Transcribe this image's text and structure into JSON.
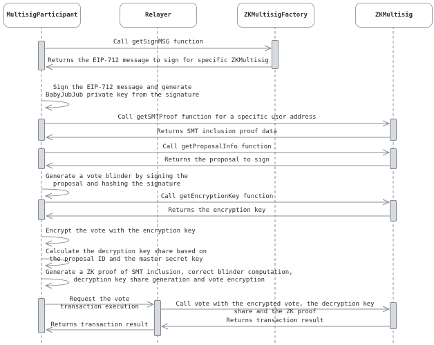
{
  "actors": [
    {
      "label": "MultisigParticipant"
    },
    {
      "label": "Relayer"
    },
    {
      "label": "ZKMultisigFactory"
    },
    {
      "label": "ZKMultisig"
    }
  ],
  "messages": [
    {
      "from": "MultisigParticipant",
      "to": "ZKMultisigFactory",
      "lines": [
        "Call getSignMSG function"
      ]
    },
    {
      "from": "ZKMultisigFactory",
      "to": "MultisigParticipant",
      "lines": [
        "Returns the EIP-712 message to sign for specific ZKMultisig"
      ]
    },
    {
      "from": "MultisigParticipant",
      "to": "ZKMultisig",
      "lines": [
        "Call getSMTProof function for a specific user address"
      ]
    },
    {
      "from": "ZKMultisig",
      "to": "MultisigParticipant",
      "lines": [
        "Returns SMT inclusion proof data"
      ]
    },
    {
      "from": "MultisigParticipant",
      "to": "ZKMultisig",
      "lines": [
        "Call getProposalInfo function"
      ]
    },
    {
      "from": "ZKMultisig",
      "to": "MultisigParticipant",
      "lines": [
        "Returns the proposal to sign"
      ]
    },
    {
      "from": "MultisigParticipant",
      "to": "ZKMultisig",
      "lines": [
        "Call getEncryptionKey function"
      ]
    },
    {
      "from": "ZKMultisig",
      "to": "MultisigParticipant",
      "lines": [
        "Returns the encryption key"
      ]
    },
    {
      "from": "MultisigParticipant",
      "to": "Relayer",
      "lines": [
        "Request the vote",
        "transaction execution"
      ]
    },
    {
      "from": "Relayer",
      "to": "ZKMultisig",
      "lines": [
        "Call vote with the encrypted vote, the decryption key",
        "share and the ZK proof"
      ]
    },
    {
      "from": "ZKMultisig",
      "to": "Relayer",
      "lines": [
        "Returns transaction result"
      ]
    },
    {
      "from": "Relayer",
      "to": "MultisigParticipant",
      "lines": [
        "Returns transaction result"
      ]
    }
  ],
  "self_messages": [
    {
      "actor": "MultisigParticipant",
      "lines": [
        "Sign the EIP-712 message and generate",
        "BabyJubJub private key from the signature"
      ]
    },
    {
      "actor": "MultisigParticipant",
      "lines": [
        "Generate a vote blinder by signing the",
        "proposal and hashing the signature"
      ]
    },
    {
      "actor": "MultisigParticipant",
      "lines": [
        "Encrypt the vote with the encryption key"
      ]
    },
    {
      "actor": "MultisigParticipant",
      "lines": [
        "Calculate the decryption key share based on",
        "the proposal ID and the master secret key"
      ]
    },
    {
      "actor": "MultisigParticipant",
      "lines": [
        "Generate a ZK proof of SMT inclusion, correct blinder computation,",
        "decryption key share generation and vote encryption"
      ]
    }
  ],
  "colors": {
    "line": "#898f96",
    "text": "#2a2e33",
    "activation_fill": "#d7dbe0",
    "activation_border": "#85898f",
    "actor_border": "#9aa0a6",
    "actor_fill": "#ffffff",
    "background": "#ffffff"
  }
}
